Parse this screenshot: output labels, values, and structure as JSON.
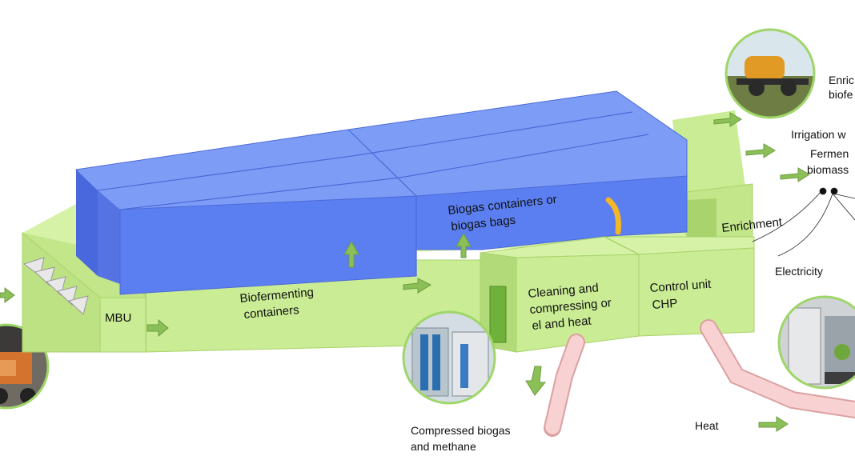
{
  "labels": {
    "mbu": "MBU",
    "biofermenting_1": "Biofermenting",
    "biofermenting_2": "containers",
    "biogas_1": "Biogas containers or",
    "biogas_2": "biogas bags",
    "cleaning_1": "Cleaning and",
    "cleaning_2": "compressing or",
    "cleaning_3": "el and heat",
    "control_1": "Control unit",
    "control_2": "CHP",
    "enrichment": "Enrichment",
    "enriched_1": "Enric",
    "enriched_2": "biofe",
    "irrigation": "Irrigation w",
    "fermented_1": "Fermen",
    "fermented_2": "biomass",
    "electricity": "Electricity",
    "compressed_1": "Compressed biogas",
    "compressed_2": "and methane",
    "heat": "Heat"
  },
  "photos": {
    "left": "waste-truck-photo",
    "top_right": "slurry-spreader-photo",
    "middle": "compressor-container-photo",
    "right": "chp-unit-photo"
  },
  "colors": {
    "green_front": "#c9ec94",
    "green_top": "#d8f3ab",
    "green_side": "#a9d36c",
    "blue_front": "#5b7ff0",
    "blue_top": "#7d9cf5",
    "blue_side": "#4a68dd",
    "arrow": "#8bbf57",
    "pipe": "#f6c6c6",
    "photo_border": "#9fd66a"
  }
}
